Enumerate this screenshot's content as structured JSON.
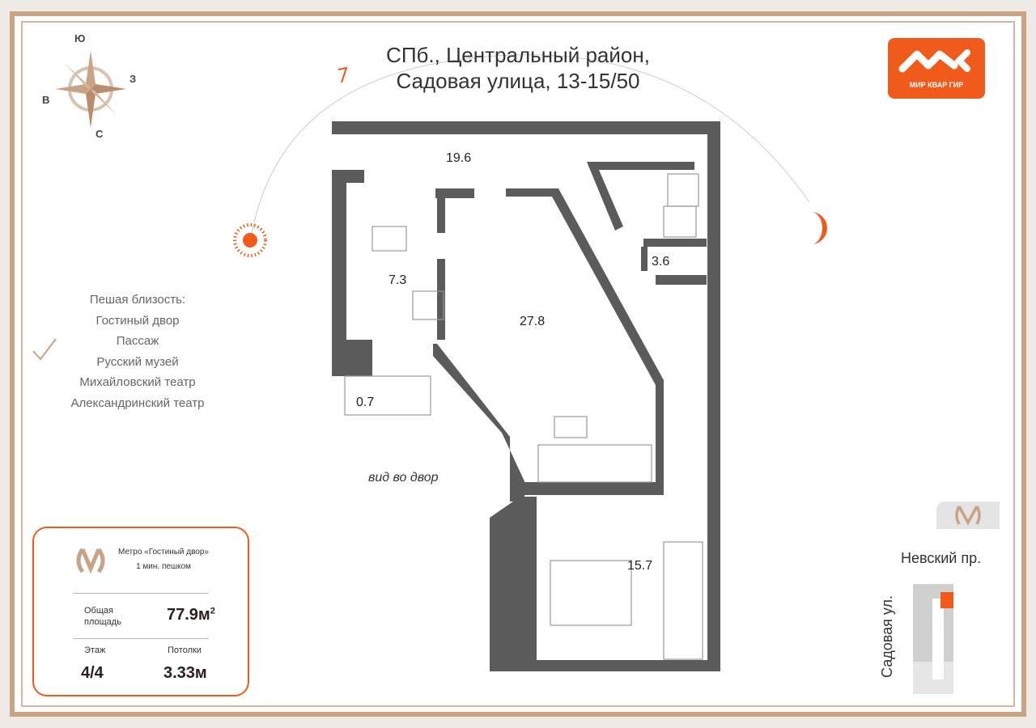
{
  "compass": {
    "n": "Ю",
    "e": "З",
    "w": "В",
    "s": "С"
  },
  "title": {
    "line1": "СПб., Центральный район,",
    "line2": "Садовая улица, 13-15/50"
  },
  "logo": {
    "name": "МИР КВАР ГИР"
  },
  "walking": {
    "heading": "Пешая близость:",
    "places": [
      "Гостиный двор",
      "Пассаж",
      "Русский музей",
      "Михайловский театр",
      "Александринский театр"
    ]
  },
  "card": {
    "metro_line1": "Метро «Гостиный двор»",
    "metro_line2": "1 мин. пешком",
    "area_label_1": "Общая",
    "area_label_2": "площадь",
    "area_value": "77.9м",
    "area_sup": "2",
    "floor_label": "Этаж",
    "floor_value": "4/4",
    "ceiling_label": "Потолки",
    "ceiling_value": "3.33м"
  },
  "rooms": {
    "hall": "19.6",
    "kitchen": "7.3",
    "living": "27.8",
    "bath": "3.6",
    "balcony": "0.7",
    "bedroom": "15.7"
  },
  "view_label": "вид во двор",
  "map": {
    "street1": "Невский пр.",
    "street2": "Садовая ул."
  },
  "colors": {
    "accent": "#f05a1a",
    "wall": "#5b5b5b",
    "frame": "#c9a386"
  }
}
